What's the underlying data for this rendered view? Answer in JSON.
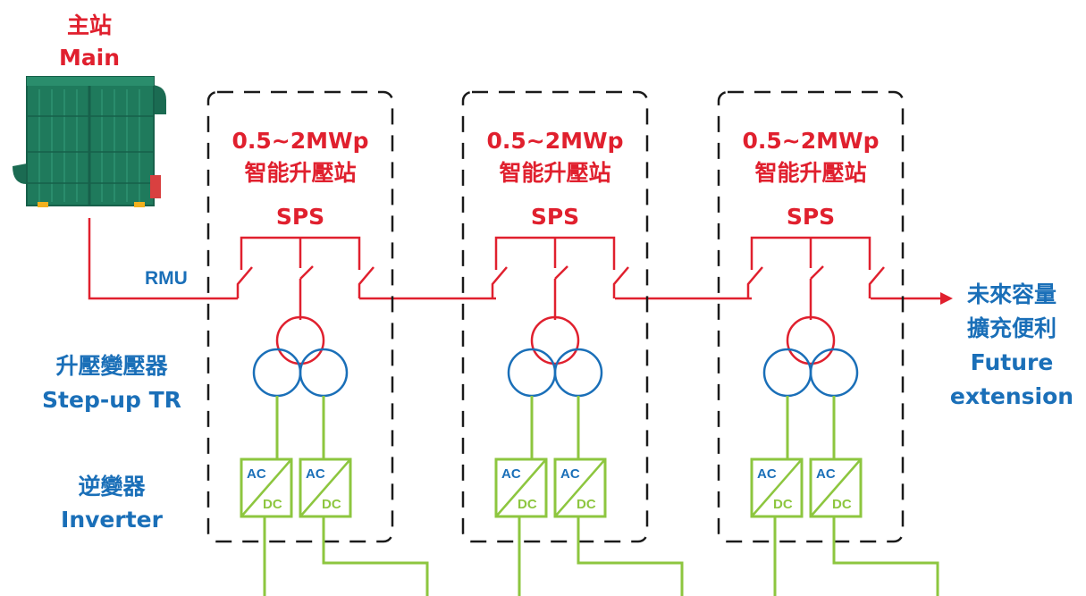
{
  "main_station": {
    "title_zh": "主站",
    "title_en": "Main"
  },
  "rmu_label": "RMU",
  "transformer_label": {
    "zh": "升壓變壓器",
    "en": "Step-up TR"
  },
  "inverter_label": {
    "zh": "逆變器",
    "en": "Inverter"
  },
  "future_label": {
    "zh1": "未來容量",
    "zh2": "擴充便利",
    "en1": "Future",
    "en2": "extension"
  },
  "substations": [
    {
      "capacity": "0.5~2MWp",
      "name_zh": "智能升壓站",
      "abbr": "SPS"
    },
    {
      "capacity": "0.5~2MWp",
      "name_zh": "智能升壓站",
      "abbr": "SPS"
    },
    {
      "capacity": "0.5~2MWp",
      "name_zh": "智能升壓站",
      "abbr": "SPS"
    }
  ],
  "inverter_text": {
    "ac": "AC",
    "dc": "DC"
  },
  "colors": {
    "red": "#e0202e",
    "blue": "#1a6fb8",
    "green": "#8dc63f",
    "dark": "#1a1a1a",
    "container": "#1f7a5c"
  },
  "icons": {
    "main_station": "container-substation-icon",
    "switch": "disconnect-switch-icon",
    "transformer": "three-winding-transformer-icon",
    "inverter": "ac-dc-inverter-icon"
  }
}
